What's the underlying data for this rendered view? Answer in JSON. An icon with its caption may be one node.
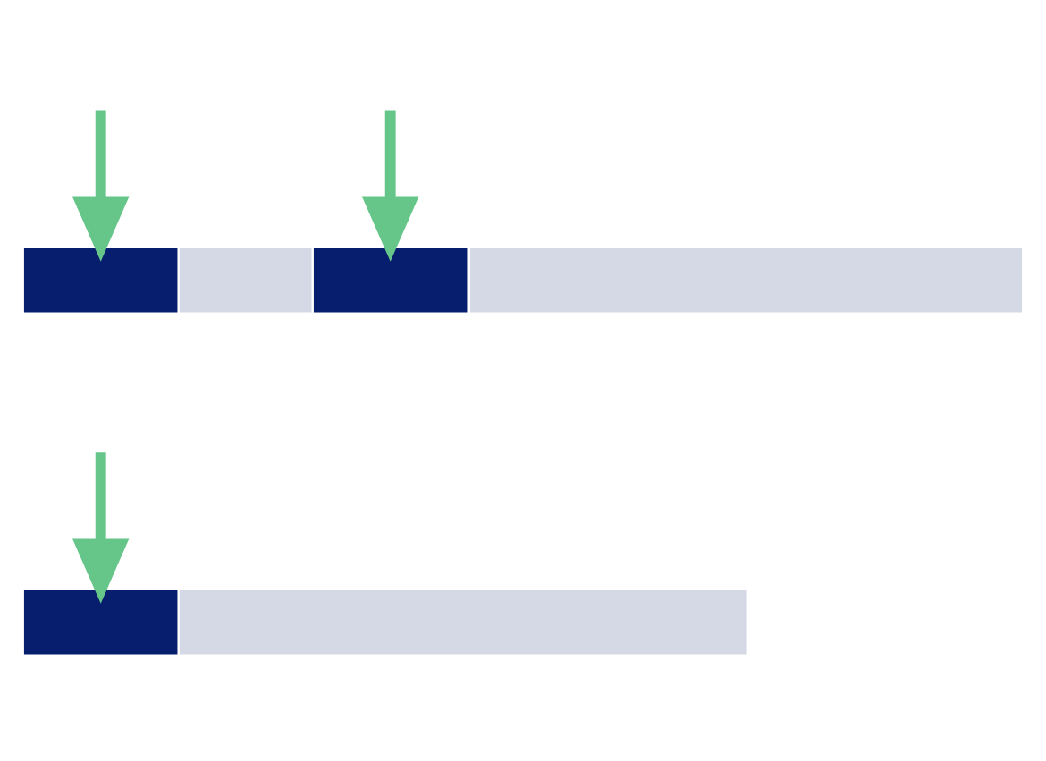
{
  "diagram": {
    "nodes": [
      {
        "text": [],
        "shape": "bar"
      },
      {
        "text": [],
        "shape": "bar"
      },
      {
        "text": [],
        "shape": "bar"
      },
      {
        "text": [],
        "shape": "bar"
      },
      {
        "text": [],
        "shape": "bar"
      },
      {
        "text": [],
        "shape": "bar"
      }
    ],
    "edges": [
      {
        "from": null,
        "to": 0,
        "arrow": "to",
        "color": "#66c68a"
      },
      {
        "from": null,
        "to": 2,
        "arrow": "to",
        "color": "#66c68a"
      },
      {
        "from": null,
        "to": 4,
        "arrow": "to",
        "color": "#66c68a"
      }
    ]
  }
}
